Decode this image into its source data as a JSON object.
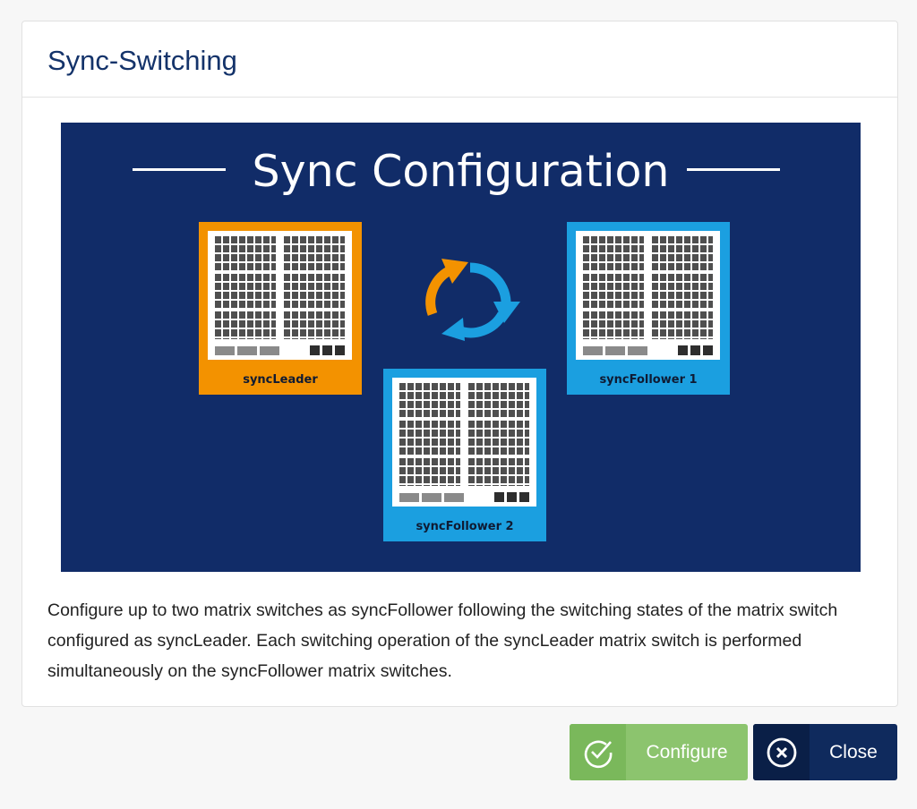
{
  "dialog": {
    "title": "Sync-Switching",
    "description": "Configure up to two matrix switches as syncFollower following the switching states of the matrix switch configured as syncLeader. Each switching operation of the syncLeader matrix switch is performed simultaneously on the syncFollower matrix switches."
  },
  "banner": {
    "title": "Sync Configuration",
    "background_color": "#112c68",
    "devices": [
      {
        "label": "syncLeader",
        "color": "#f39200"
      },
      {
        "label": "syncFollower 1",
        "color": "#1b9fe0"
      },
      {
        "label": "syncFollower 2",
        "color": "#1b9fe0"
      }
    ],
    "sync_icon": "sync-arrows-icon"
  },
  "buttons": {
    "configure": {
      "label": "Configure",
      "icon": "check-circle-icon",
      "color": "#8cc46e"
    },
    "close": {
      "label": "Close",
      "icon": "close-circle-icon",
      "color": "#0f2a5d"
    }
  }
}
